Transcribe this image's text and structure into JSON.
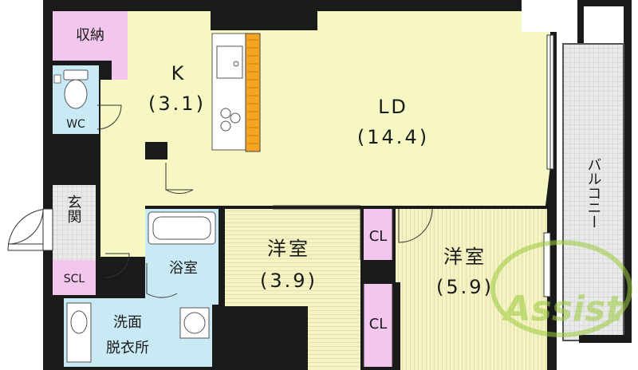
{
  "rooms": {
    "storage": "収納",
    "wc": "WC",
    "kitchen": "K",
    "kitchen_size": "(3.1)",
    "ld": "LD",
    "ld_size": "(14.4)",
    "balcony": "バルコニー",
    "entrance": "玄関",
    "scl": "SCL",
    "bath": "浴室",
    "western1": "洋室",
    "western1_size": "(3.9)",
    "western2": "洋室",
    "western2_size": "(5.9)",
    "closet_upper": "CL",
    "closet_lower": "CL",
    "washroom_line1": "洗面",
    "washroom_line2": "脱衣所"
  },
  "watermark": "Assist",
  "colors": {
    "wall": "#1a1a1a",
    "storage_pink": "#f3c6ee",
    "wc_blue": "#c9eaf5",
    "living_yellow": "#f7f7c4",
    "tatami_lines": "#e7e6b0",
    "balcony_gray": "#e6e6e6",
    "counter_orange": "#f4a623",
    "watermark_green": "#9acb3c"
  }
}
